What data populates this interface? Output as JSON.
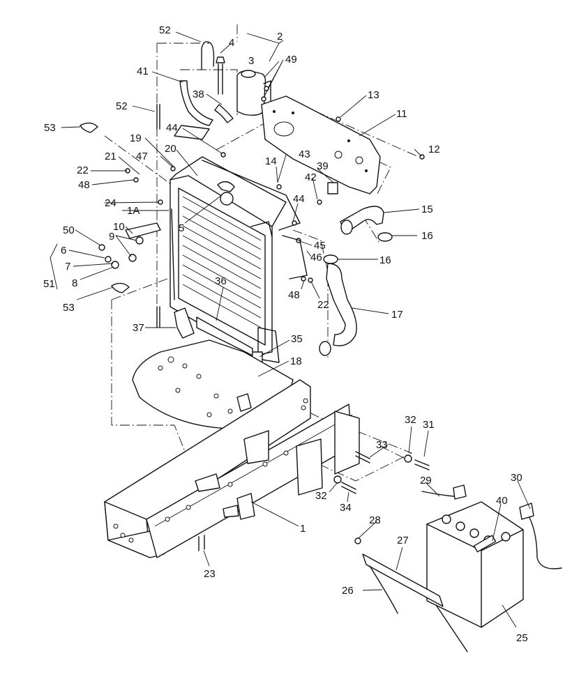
{
  "callouts": [
    {
      "id": "c52a",
      "text": "52"
    },
    {
      "id": "c4",
      "text": "4"
    },
    {
      "id": "c2",
      "text": "2"
    },
    {
      "id": "c3",
      "text": "3"
    },
    {
      "id": "c49",
      "text": "49"
    },
    {
      "id": "c41",
      "text": "41"
    },
    {
      "id": "c38",
      "text": "38"
    },
    {
      "id": "c13",
      "text": "13"
    },
    {
      "id": "c11",
      "text": "11"
    },
    {
      "id": "c52b",
      "text": "52"
    },
    {
      "id": "c53a",
      "text": "53"
    },
    {
      "id": "c44a",
      "text": "44"
    },
    {
      "id": "c12",
      "text": "12"
    },
    {
      "id": "c19",
      "text": "19"
    },
    {
      "id": "c20",
      "text": "20"
    },
    {
      "id": "c47",
      "text": "47"
    },
    {
      "id": "c21",
      "text": "21"
    },
    {
      "id": "c43",
      "text": "43"
    },
    {
      "id": "c14",
      "text": "14"
    },
    {
      "id": "c39",
      "text": "39"
    },
    {
      "id": "c22a",
      "text": "22"
    },
    {
      "id": "c48a",
      "text": "48"
    },
    {
      "id": "c42",
      "text": "42"
    },
    {
      "id": "c24",
      "text": "24"
    },
    {
      "id": "c44b",
      "text": "44"
    },
    {
      "id": "c1A",
      "text": "1A"
    },
    {
      "id": "c15",
      "text": "15"
    },
    {
      "id": "c5",
      "text": "5"
    },
    {
      "id": "c10",
      "text": "10"
    },
    {
      "id": "c16a",
      "text": "16"
    },
    {
      "id": "c50",
      "text": "50"
    },
    {
      "id": "c9",
      "text": "9"
    },
    {
      "id": "c45",
      "text": "45"
    },
    {
      "id": "c6",
      "text": "6"
    },
    {
      "id": "c46",
      "text": "46"
    },
    {
      "id": "c16b",
      "text": "16"
    },
    {
      "id": "c7",
      "text": "7"
    },
    {
      "id": "c8",
      "text": "8"
    },
    {
      "id": "c51",
      "text": "51"
    },
    {
      "id": "c36",
      "text": "36"
    },
    {
      "id": "c48b",
      "text": "48"
    },
    {
      "id": "c22b",
      "text": "22"
    },
    {
      "id": "c53b",
      "text": "53"
    },
    {
      "id": "c17",
      "text": "17"
    },
    {
      "id": "c37",
      "text": "37"
    },
    {
      "id": "c35",
      "text": "35"
    },
    {
      "id": "c18",
      "text": "18"
    },
    {
      "id": "c32a",
      "text": "32"
    },
    {
      "id": "c31",
      "text": "31"
    },
    {
      "id": "c33",
      "text": "33"
    },
    {
      "id": "c29",
      "text": "29"
    },
    {
      "id": "c30",
      "text": "30"
    },
    {
      "id": "c40",
      "text": "40"
    },
    {
      "id": "c32b",
      "text": "32"
    },
    {
      "id": "c34",
      "text": "34"
    },
    {
      "id": "c1",
      "text": "1"
    },
    {
      "id": "c28",
      "text": "28"
    },
    {
      "id": "c27",
      "text": "27"
    },
    {
      "id": "c23",
      "text": "23"
    },
    {
      "id": "c26",
      "text": "26"
    },
    {
      "id": "c25",
      "text": "25"
    }
  ]
}
